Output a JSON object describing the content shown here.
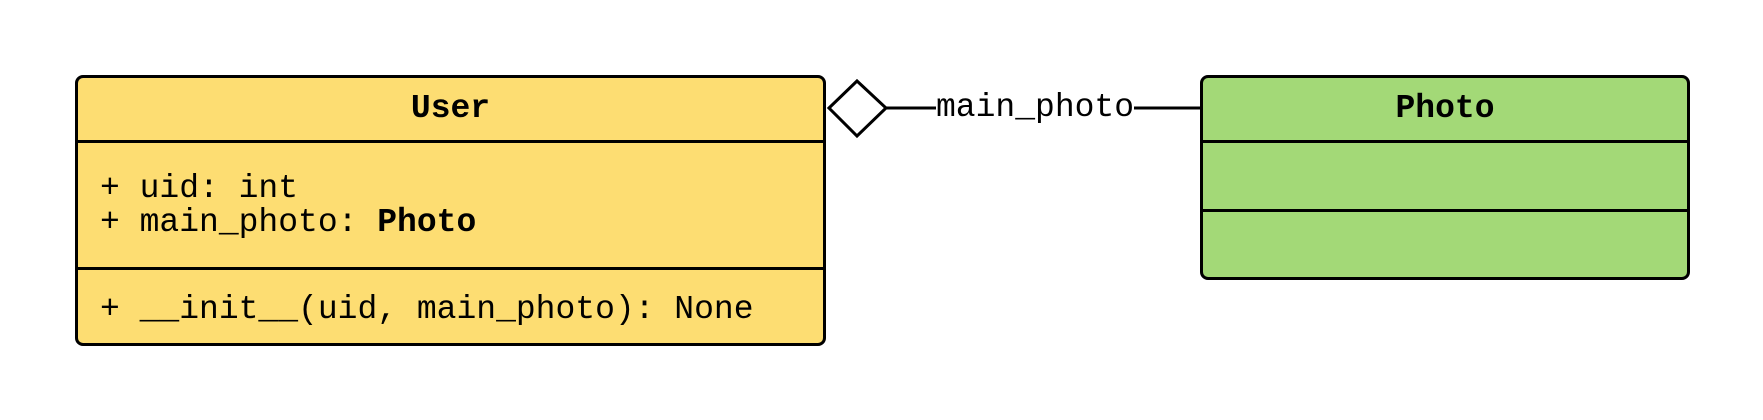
{
  "classes": [
    {
      "name": "User",
      "color": "#FDDD72",
      "attributes": [
        "+ uid: int"
      ],
      "attribute_typed": {
        "prefix": "+ main_photo: ",
        "type": "Photo"
      },
      "methods": [
        "+ __init__(uid, main_photo): None"
      ]
    },
    {
      "name": "Photo",
      "color": "#A3D977",
      "attributes": [],
      "methods": []
    }
  ],
  "relation": {
    "type": "aggregation",
    "label": "main_photo",
    "from": "User",
    "to": "Photo"
  }
}
